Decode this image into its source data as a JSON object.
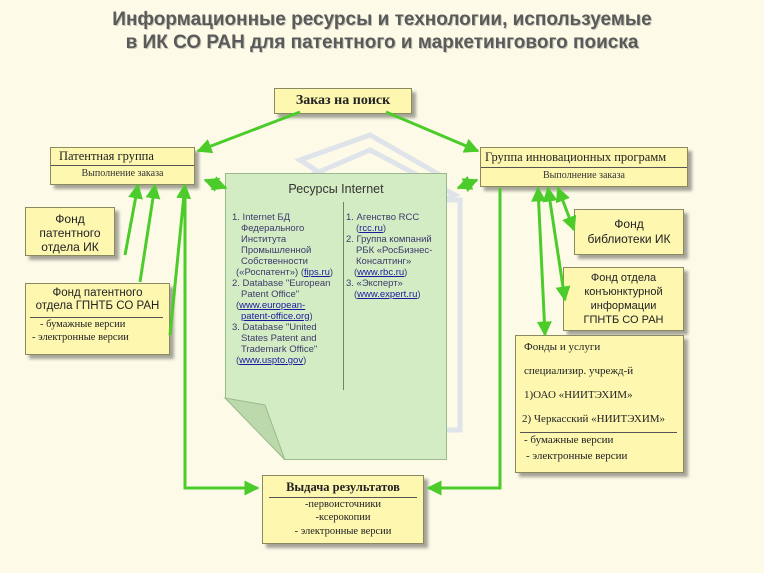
{
  "title": {
    "line1": "Информационные ресурсы и технологии, используемые",
    "line2": "в ИК СО РАН для патентного и маркетингового поиска"
  },
  "order": {
    "label": "Заказ на поиск"
  },
  "patent_group": {
    "title": "Патентная группа",
    "sub": "Выполнение заказа"
  },
  "innov_group": {
    "title": "Группа инновационных программ",
    "sub": "Выполнение заказа"
  },
  "fund_ik": {
    "line1": "Фонд",
    "line2": "патентного",
    "line3": "отдела ИК"
  },
  "fund_gpntb": {
    "line1": "Фонд патентного",
    "line2": "отдела ГПНТБ СО РАН",
    "item1": "- бумажные версии",
    "item2": "- электронные версии"
  },
  "fund_library": {
    "line1": "Фонд",
    "line2": "библиотеки ИК"
  },
  "fund_market": {
    "line1": "Фонд отдела",
    "line2": "конъюнктурной",
    "line3": "информации",
    "line4": "ГПНТБ СО РАН"
  },
  "services": {
    "line1": "Фонды и услуги",
    "line2": "специализир. учрежд-й",
    "item1": "1)ОАО «НИИТЭХИМ»",
    "item2": "2) Черкасский «НИИТЭХИМ»",
    "item3": "- бумажные версии",
    "item4": "- электронные версии"
  },
  "internet": {
    "title": "Ресурсы Internet",
    "left": {
      "i1_l1": "1. Internet БД",
      "i1_l2": "Федерального",
      "i1_l3": "Института",
      "i1_l4": "Промышленной",
      "i1_l5": "Собственности",
      "i1_l6": "(«Роспатент»)",
      "i1_link": "fips.ru",
      "i2_l1": "2. Database \"European",
      "i2_l2": "Patent Office\"",
      "i2_link1": "www.european-",
      "i2_link2": "patent-office.org",
      "i3_l1": "3. Database \"United",
      "i3_l2": "States Patent and",
      "i3_l3": "Trademark Office\"",
      "i3_link": "www.uspto.gov"
    },
    "right": {
      "i1_l1": "1. Агенство RCC",
      "i1_link": "rcc.ru",
      "i2_l1": "2. Группа компаний",
      "i2_l2": "РБК «РосБизнес-",
      "i2_l3": "Консалтинг»",
      "i2_link": "www.rbc.ru",
      "i3_l1": "3. «Эксперт»",
      "i3_link": "www.expert.ru"
    }
  },
  "results": {
    "title": "Выдача результатов",
    "item1": "-первоисточники",
    "item2": "-ксерокопии",
    "item3": "- электронные версии"
  },
  "colors": {
    "arrow": "#4ccc2a",
    "box_fill": "#fdf7b0",
    "doc_fill": "#d4ecc4",
    "background": "#fdfbe8"
  }
}
